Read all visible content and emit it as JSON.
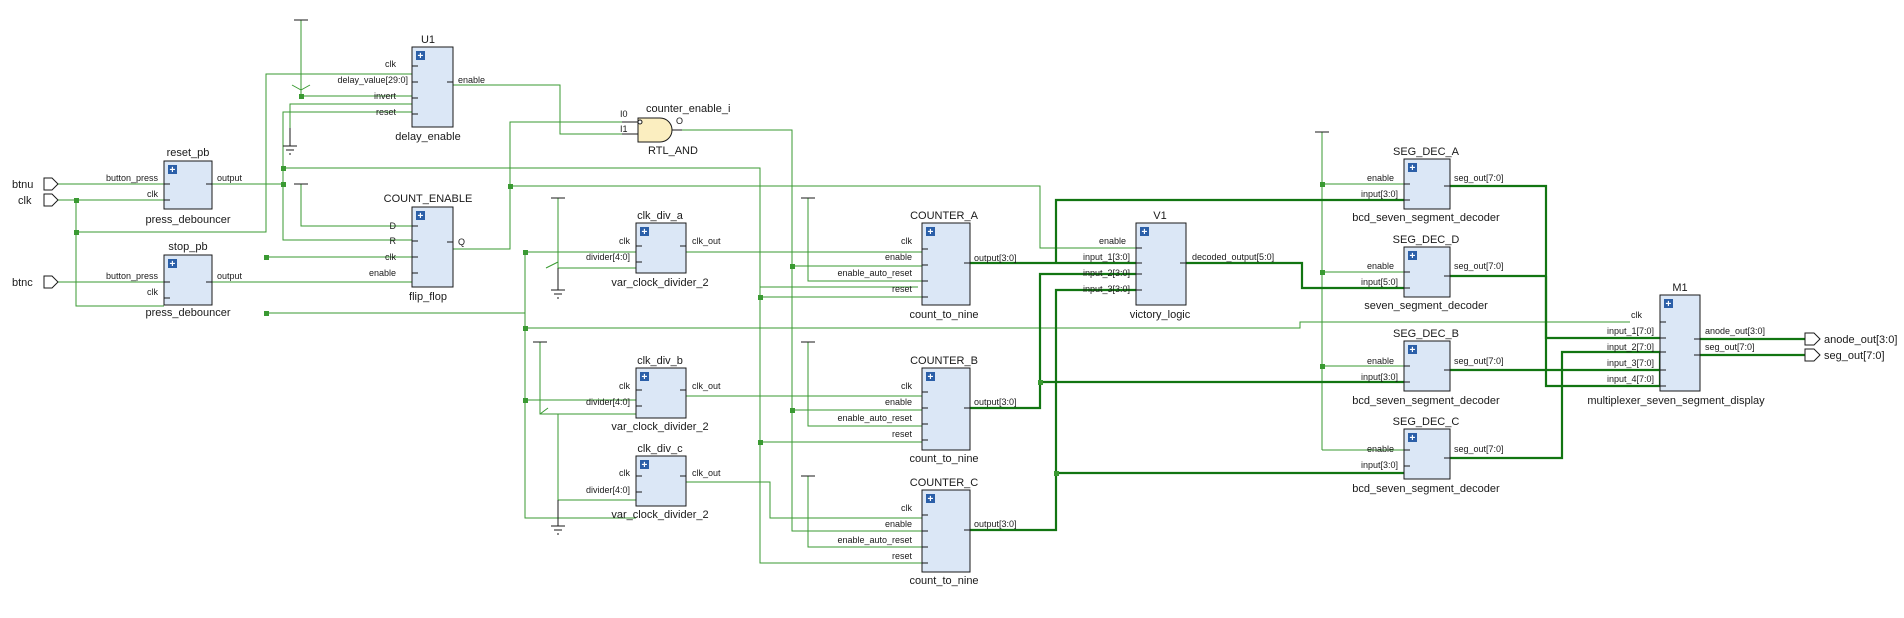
{
  "ports": {
    "inputs": [
      "btnu",
      "clk",
      "btnc"
    ],
    "outputs": [
      "anode_out[3:0]",
      "seg_out[7:0]"
    ]
  },
  "blocks": {
    "reset_pb": {
      "instance": "reset_pb",
      "module": "press_debouncer",
      "pins_left": [
        "button_press",
        "clk"
      ],
      "pins_right": [
        "output"
      ]
    },
    "stop_pb": {
      "instance": "stop_pb",
      "module": "press_debouncer",
      "pins_left": [
        "button_press",
        "clk"
      ],
      "pins_right": [
        "output"
      ]
    },
    "u1": {
      "instance": "U1",
      "module": "delay_enable",
      "pins_left": [
        "clk",
        "delay_value[29:0]",
        "invert",
        "reset"
      ],
      "pins_right": [
        "enable"
      ]
    },
    "count_enable": {
      "instance": "COUNT_ENABLE",
      "module": "flip_flop",
      "pins_left": [
        "D",
        "R",
        "clk",
        "enable"
      ],
      "pins_right": [
        "Q"
      ]
    },
    "clk_div_a": {
      "instance": "clk_div_a",
      "module": "var_clock_divider_2",
      "pins_left": [
        "clk",
        "divider[4:0]"
      ],
      "pins_right": [
        "clk_out"
      ]
    },
    "clk_div_b": {
      "instance": "clk_div_b",
      "module": "var_clock_divider_2",
      "pins_left": [
        "clk",
        "divider[4:0]"
      ],
      "pins_right": [
        "clk_out"
      ]
    },
    "clk_div_c": {
      "instance": "clk_div_c",
      "module": "var_clock_divider_2",
      "pins_left": [
        "clk",
        "divider[4:0]"
      ],
      "pins_right": [
        "clk_out"
      ]
    },
    "counter_a": {
      "instance": "COUNTER_A",
      "module": "count_to_nine",
      "pins_left": [
        "clk",
        "enable",
        "enable_auto_reset",
        "reset"
      ],
      "pins_right": [
        "output[3:0]"
      ]
    },
    "counter_b": {
      "instance": "COUNTER_B",
      "module": "count_to_nine",
      "pins_left": [
        "clk",
        "enable",
        "enable_auto_reset",
        "reset"
      ],
      "pins_right": [
        "output[3:0]"
      ]
    },
    "counter_c": {
      "instance": "COUNTER_C",
      "module": "count_to_nine",
      "pins_left": [
        "clk",
        "enable",
        "enable_auto_reset",
        "reset"
      ],
      "pins_right": [
        "output[3:0]"
      ]
    },
    "v1": {
      "instance": "V1",
      "module": "victory_logic",
      "pins_left": [
        "enable",
        "input_1[3:0]",
        "input_2[3:0]",
        "input_3[3:0]"
      ],
      "pins_right": [
        "decoded_output[5:0]"
      ]
    },
    "seg_dec_a": {
      "instance": "SEG_DEC_A",
      "module": "bcd_seven_segment_decoder",
      "pins_left": [
        "enable",
        "input[3:0]"
      ],
      "pins_right": [
        "seg_out[7:0]"
      ]
    },
    "seg_dec_d": {
      "instance": "SEG_DEC_D",
      "module": "seven_segment_decoder",
      "pins_left": [
        "enable",
        "input[5:0]"
      ],
      "pins_right": [
        "seg_out[7:0]"
      ]
    },
    "seg_dec_b": {
      "instance": "SEG_DEC_B",
      "module": "bcd_seven_segment_decoder",
      "pins_left": [
        "enable",
        "input[3:0]"
      ],
      "pins_right": [
        "seg_out[7:0]"
      ]
    },
    "seg_dec_c": {
      "instance": "SEG_DEC_C",
      "module": "bcd_seven_segment_decoder",
      "pins_left": [
        "enable",
        "input[3:0]"
      ],
      "pins_right": [
        "seg_out[7:0]"
      ]
    },
    "m1": {
      "instance": "M1",
      "module": "multiplexer_seven_segment_display",
      "pins_left": [
        "clk",
        "input_1[7:0]",
        "input_2[7:0]",
        "input_3[7:0]",
        "input_4[7:0]"
      ],
      "pins_right": [
        "anode_out[3:0]",
        "seg_out[7:0]"
      ]
    }
  },
  "gate": {
    "instance": "counter_enable_i",
    "module": "RTL_AND",
    "pins_left": [
      "I0",
      "I1"
    ],
    "pins_right": [
      "O"
    ]
  },
  "icons": {
    "expand": "plus-icon",
    "ground": "ground-icon",
    "power": "power-tee-icon",
    "port": "port-arrow-icon",
    "gate": "and-gate-icon"
  },
  "colors": {
    "block_fill": "#dbe7f6",
    "wire": "#3a9a32",
    "bus": "#127512",
    "gate_fill": "#fbeec0",
    "expand_button": "#2b5fa8"
  }
}
